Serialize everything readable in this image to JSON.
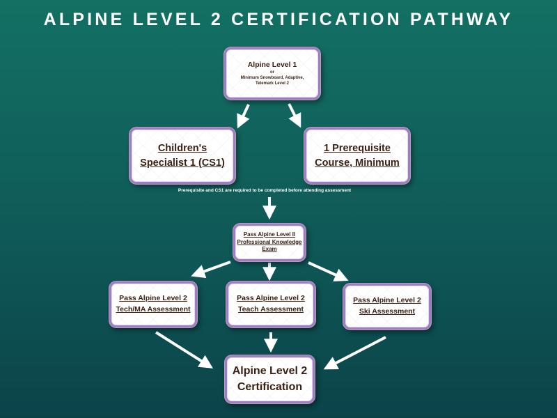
{
  "title": "ALPINE LEVEL 2 CERTIFICATION PATHWAY",
  "start": {
    "line1": "Alpine Level 1",
    "or": "or",
    "alt1": "Minimum Snowboard, Adaptive,",
    "alt2": "Telemark Level 2"
  },
  "cs1": {
    "line1": "Children's",
    "line2": "Specialist 1 (CS1)"
  },
  "prereq": {
    "line1": "1 Prerequisite",
    "line2": "Course, Minimum"
  },
  "note": "Prerequisite and CS1 are required to be completed before attending assessment",
  "exam": {
    "line1": "Pass Alpine Level II",
    "line2": "Professional Knowledge",
    "line3": "Exam"
  },
  "tech": {
    "line1": "Pass Alpine Level 2",
    "line2": "Tech/MA Assessment"
  },
  "teach": {
    "line1": "Pass Alpine Level 2",
    "line2": "Teach Assessment"
  },
  "ski": {
    "line1": "Pass Alpine Level 2",
    "line2": "Ski Assessment"
  },
  "cert": {
    "line1": "Alpine Level 2",
    "line2": "Certification"
  },
  "colors": {
    "background_top": "#137063",
    "background_bottom": "#0b4349",
    "box_border": "#9b7fc4",
    "text": "#3a1f12",
    "arrow": "#ffffff"
  }
}
